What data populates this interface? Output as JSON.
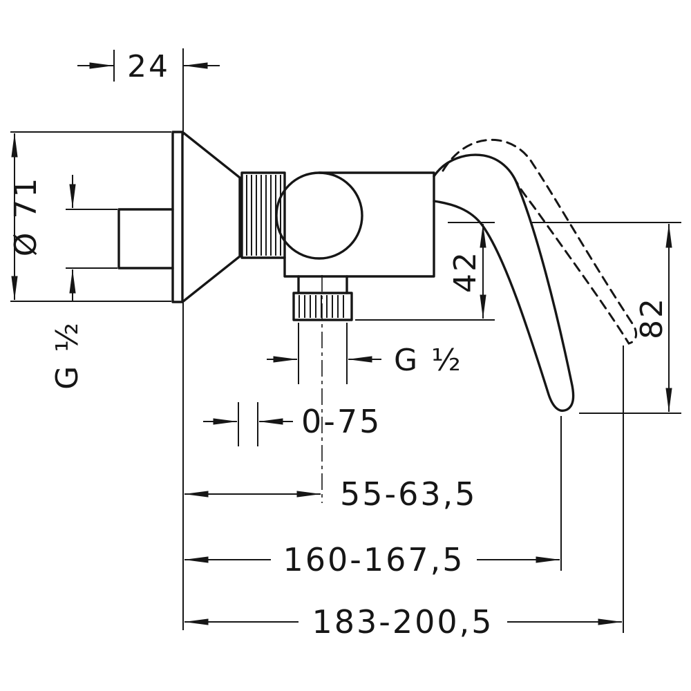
{
  "drawing": {
    "type": "technical-dimension-drawing",
    "subject": "single-lever shower mixer, side view",
    "colors": {
      "line": "#161616",
      "background": "#ffffff"
    },
    "labels": {
      "escutcheon_depth": "24",
      "escutcheon_diameter": "Ø 71",
      "inlet_thread": "G ½",
      "outlet_drop": "42",
      "handle_height": "82",
      "outlet_thread": "G ½",
      "adjustment_range": "0-75",
      "outlet_distance": "55-63,5",
      "handle_reach": "160-167,5",
      "overall_depth": "183-200,5"
    }
  }
}
